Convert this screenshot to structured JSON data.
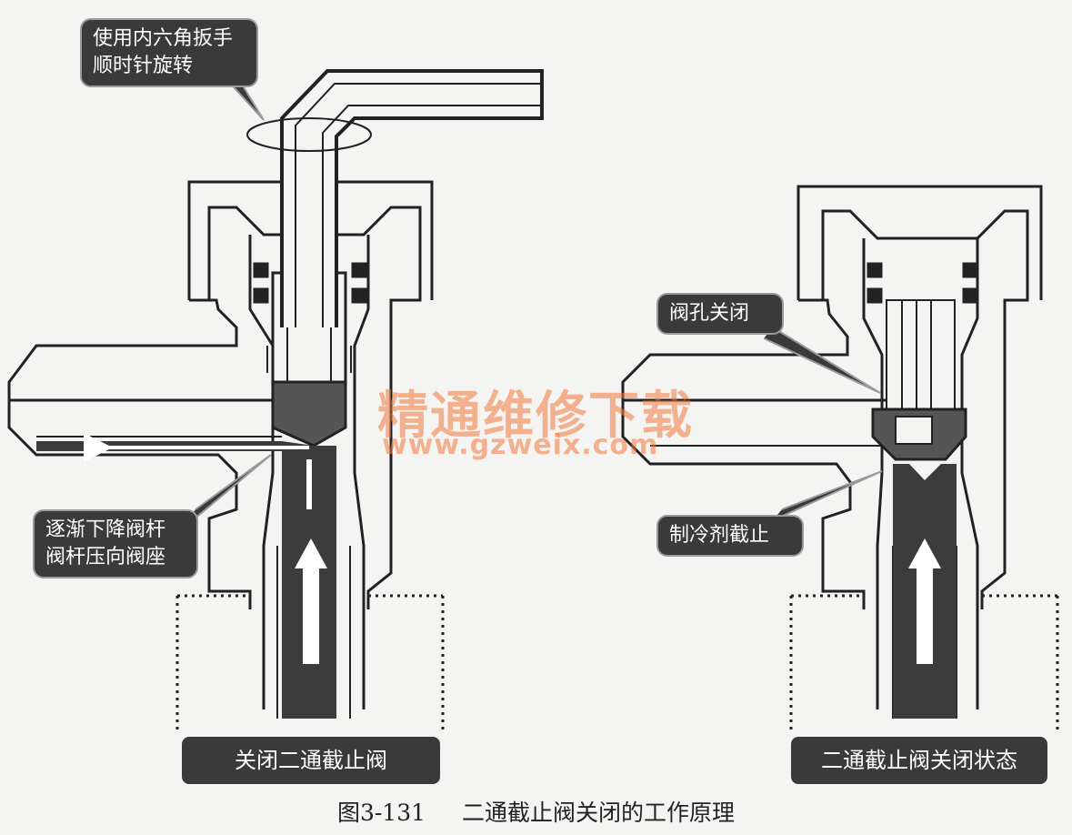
{
  "callouts": {
    "rotate": "使用内六角扳手\n顺时针旋转",
    "lower_stem": "逐渐下降阀杆\n阀杆压向阀座",
    "hole_closed": "阀孔关闭",
    "refrigerant_stop": "制冷剂截止"
  },
  "labels": {
    "left": "关闭二通截止阀",
    "right": "二通截止阀关闭状态"
  },
  "watermark": {
    "title": "精通维修下载",
    "url": "www.gzweix.com"
  },
  "caption": {
    "number": "图3-131",
    "text": "二通截止阀关闭的工作原理"
  }
}
